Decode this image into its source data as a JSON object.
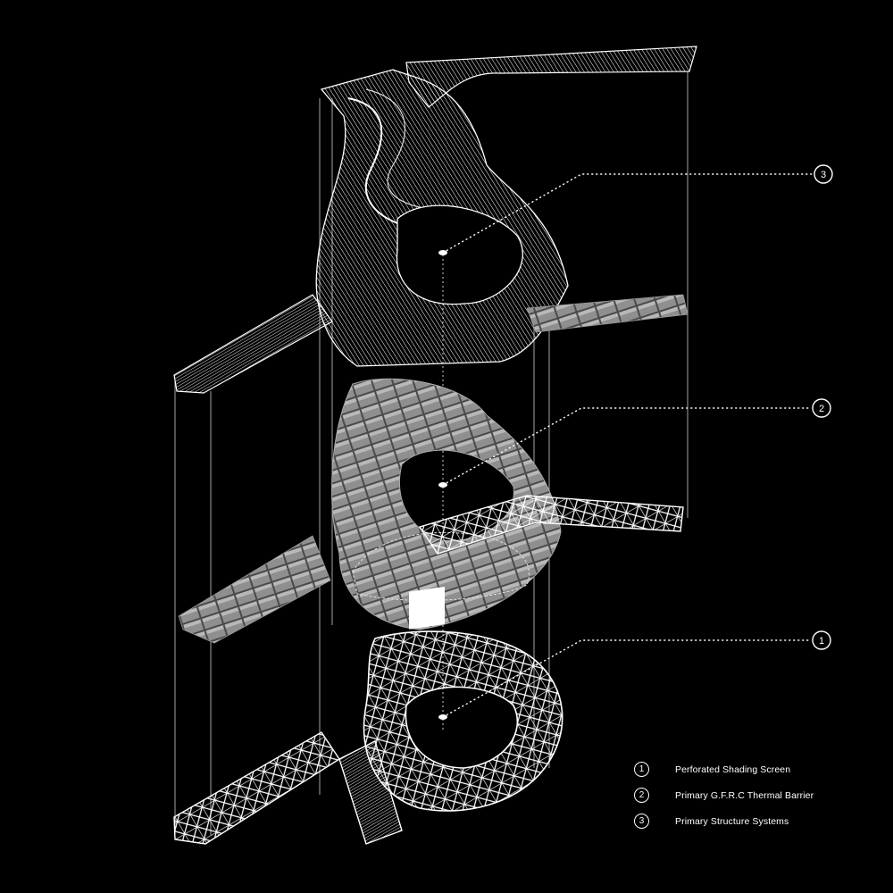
{
  "legend": [
    {
      "number": "1",
      "label": "Perforated Shading Screen"
    },
    {
      "number": "2",
      "label": "Primary G.F.R.C Thermal Barrier"
    },
    {
      "number": "3",
      "label": "Primary Structure Systems"
    }
  ],
  "callouts": [
    {
      "number": "3",
      "layer": "top"
    },
    {
      "number": "2",
      "layer": "middle"
    },
    {
      "number": "1",
      "layer": "bottom"
    }
  ],
  "colors": {
    "background": "#000000",
    "ink": "#ffffff",
    "panel": "#8a8a8a"
  }
}
